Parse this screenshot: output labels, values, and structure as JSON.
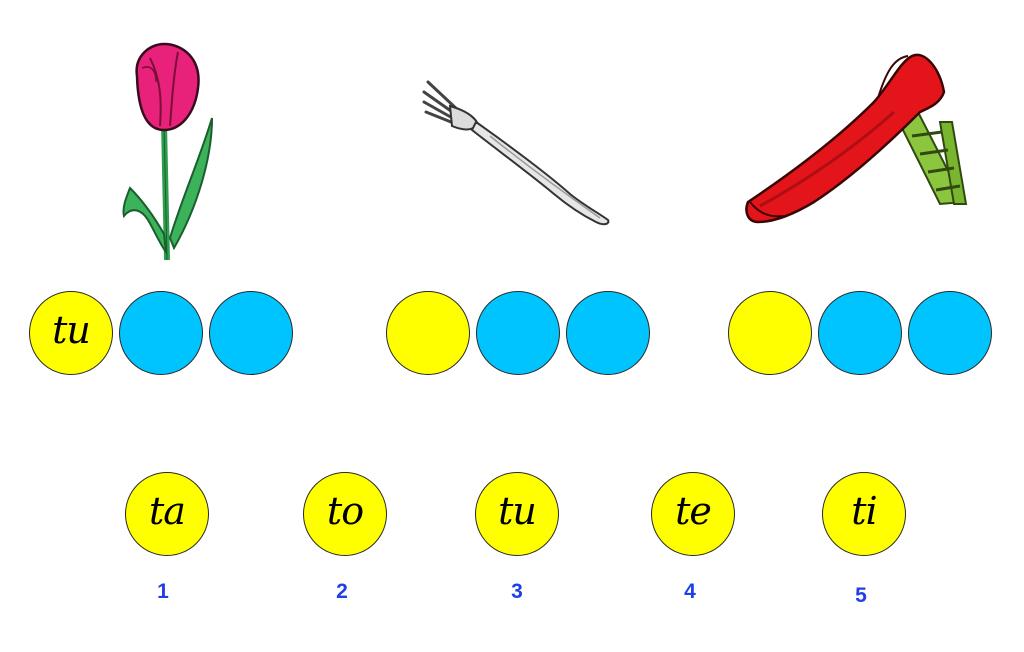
{
  "pictures": [
    {
      "name": "tulip-image",
      "icon": "tulip"
    },
    {
      "name": "fork-image",
      "icon": "fork"
    },
    {
      "name": "slide-image",
      "icon": "slide"
    }
  ],
  "word_slots": {
    "group1": [
      "tu",
      "",
      ""
    ],
    "group2": [
      "",
      "",
      ""
    ],
    "group3": [
      "",
      "",
      ""
    ]
  },
  "syllables": [
    {
      "text": "ta",
      "number": "1"
    },
    {
      "text": "to",
      "number": "2"
    },
    {
      "text": "tu",
      "number": "3"
    },
    {
      "text": "te",
      "number": "4"
    },
    {
      "text": "ti",
      "number": "5"
    }
  ],
  "colors": {
    "first_syllable_slot": "#ffff00",
    "other_slot": "#00c4ff",
    "syllable_token": "#ffff00",
    "number": "#1f3fe8"
  }
}
